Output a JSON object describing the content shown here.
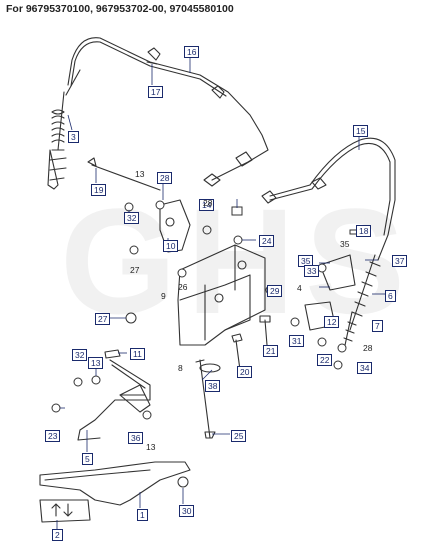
{
  "header": {
    "title": "For 96795370100, 967953702-00, 97045580100"
  },
  "watermark": {
    "text": "GHS"
  },
  "callouts": [
    {
      "label": "16",
      "boxed": true
    },
    {
      "label": "17",
      "boxed": true
    },
    {
      "label": "3",
      "boxed": true
    },
    {
      "label": "15",
      "boxed": true
    },
    {
      "label": "19",
      "boxed": true
    },
    {
      "label": "13",
      "boxed": false
    },
    {
      "label": "28",
      "boxed": true
    },
    {
      "label": "14",
      "boxed": true
    },
    {
      "label": "32",
      "boxed": true
    },
    {
      "label": "28",
      "boxed": false
    },
    {
      "label": "10",
      "boxed": true
    },
    {
      "label": "24",
      "boxed": true
    },
    {
      "label": "18",
      "boxed": true
    },
    {
      "label": "35",
      "boxed": false
    },
    {
      "label": "37",
      "boxed": true
    },
    {
      "label": "27",
      "boxed": false
    },
    {
      "label": "35",
      "boxed": true
    },
    {
      "label": "33",
      "boxed": true
    },
    {
      "label": "9",
      "boxed": false
    },
    {
      "label": "26",
      "boxed": false
    },
    {
      "label": "29",
      "boxed": true
    },
    {
      "label": "4",
      "boxed": false
    },
    {
      "label": "6",
      "boxed": true
    },
    {
      "label": "27",
      "boxed": true
    },
    {
      "label": "12",
      "boxed": true
    },
    {
      "label": "7",
      "boxed": true
    },
    {
      "label": "31",
      "boxed": true
    },
    {
      "label": "21",
      "boxed": true
    },
    {
      "label": "28",
      "boxed": false
    },
    {
      "label": "32",
      "boxed": true
    },
    {
      "label": "11",
      "boxed": true
    },
    {
      "label": "8",
      "boxed": false
    },
    {
      "label": "22",
      "boxed": true
    },
    {
      "label": "34",
      "boxed": true
    },
    {
      "label": "13",
      "boxed": true
    },
    {
      "label": "20",
      "boxed": true
    },
    {
      "label": "38",
      "boxed": true
    },
    {
      "label": "23",
      "boxed": true
    },
    {
      "label": "36",
      "boxed": true
    },
    {
      "label": "13",
      "boxed": false
    },
    {
      "label": "25",
      "boxed": true
    },
    {
      "label": "5",
      "boxed": true
    },
    {
      "label": "1",
      "boxed": true
    },
    {
      "label": "30",
      "boxed": true
    },
    {
      "label": "2",
      "boxed": true
    }
  ]
}
